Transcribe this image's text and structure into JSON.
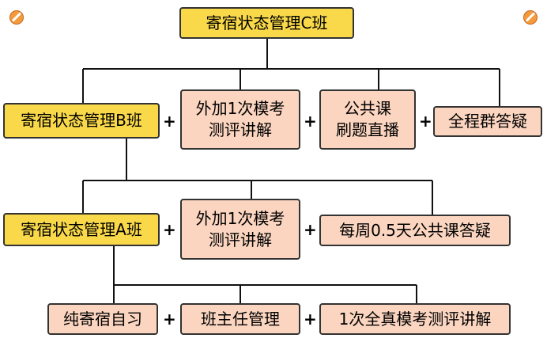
{
  "tiers": {
    "c": {
      "title": "寄宿状态管理C班"
    },
    "b": {
      "title": "寄宿状态管理B班",
      "addons": [
        {
          "lines": [
            "外加1次模考",
            "测评讲解"
          ]
        },
        {
          "lines": [
            "公共课",
            "刷题直播"
          ]
        },
        {
          "lines": [
            "全程群答疑"
          ]
        }
      ]
    },
    "a": {
      "title": "寄宿状态管理A班",
      "addons": [
        {
          "lines": [
            "外加1次模考",
            "测评讲解"
          ]
        },
        {
          "lines": [
            "每周0.5天公共课答疑"
          ]
        }
      ]
    },
    "base": {
      "items": [
        {
          "lines": [
            "纯寄宿自习"
          ]
        },
        {
          "lines": [
            "班主任管理"
          ]
        },
        {
          "lines": [
            "1次全真模考测评讲解"
          ]
        }
      ]
    }
  },
  "plus_sign": "+",
  "colors": {
    "tier": "#f9d94a",
    "addon": "#fbd5c0",
    "line": "#111111",
    "corner_icon": "#f39a3d"
  },
  "icons": [
    "forbidden-icon",
    "forbidden-icon"
  ]
}
